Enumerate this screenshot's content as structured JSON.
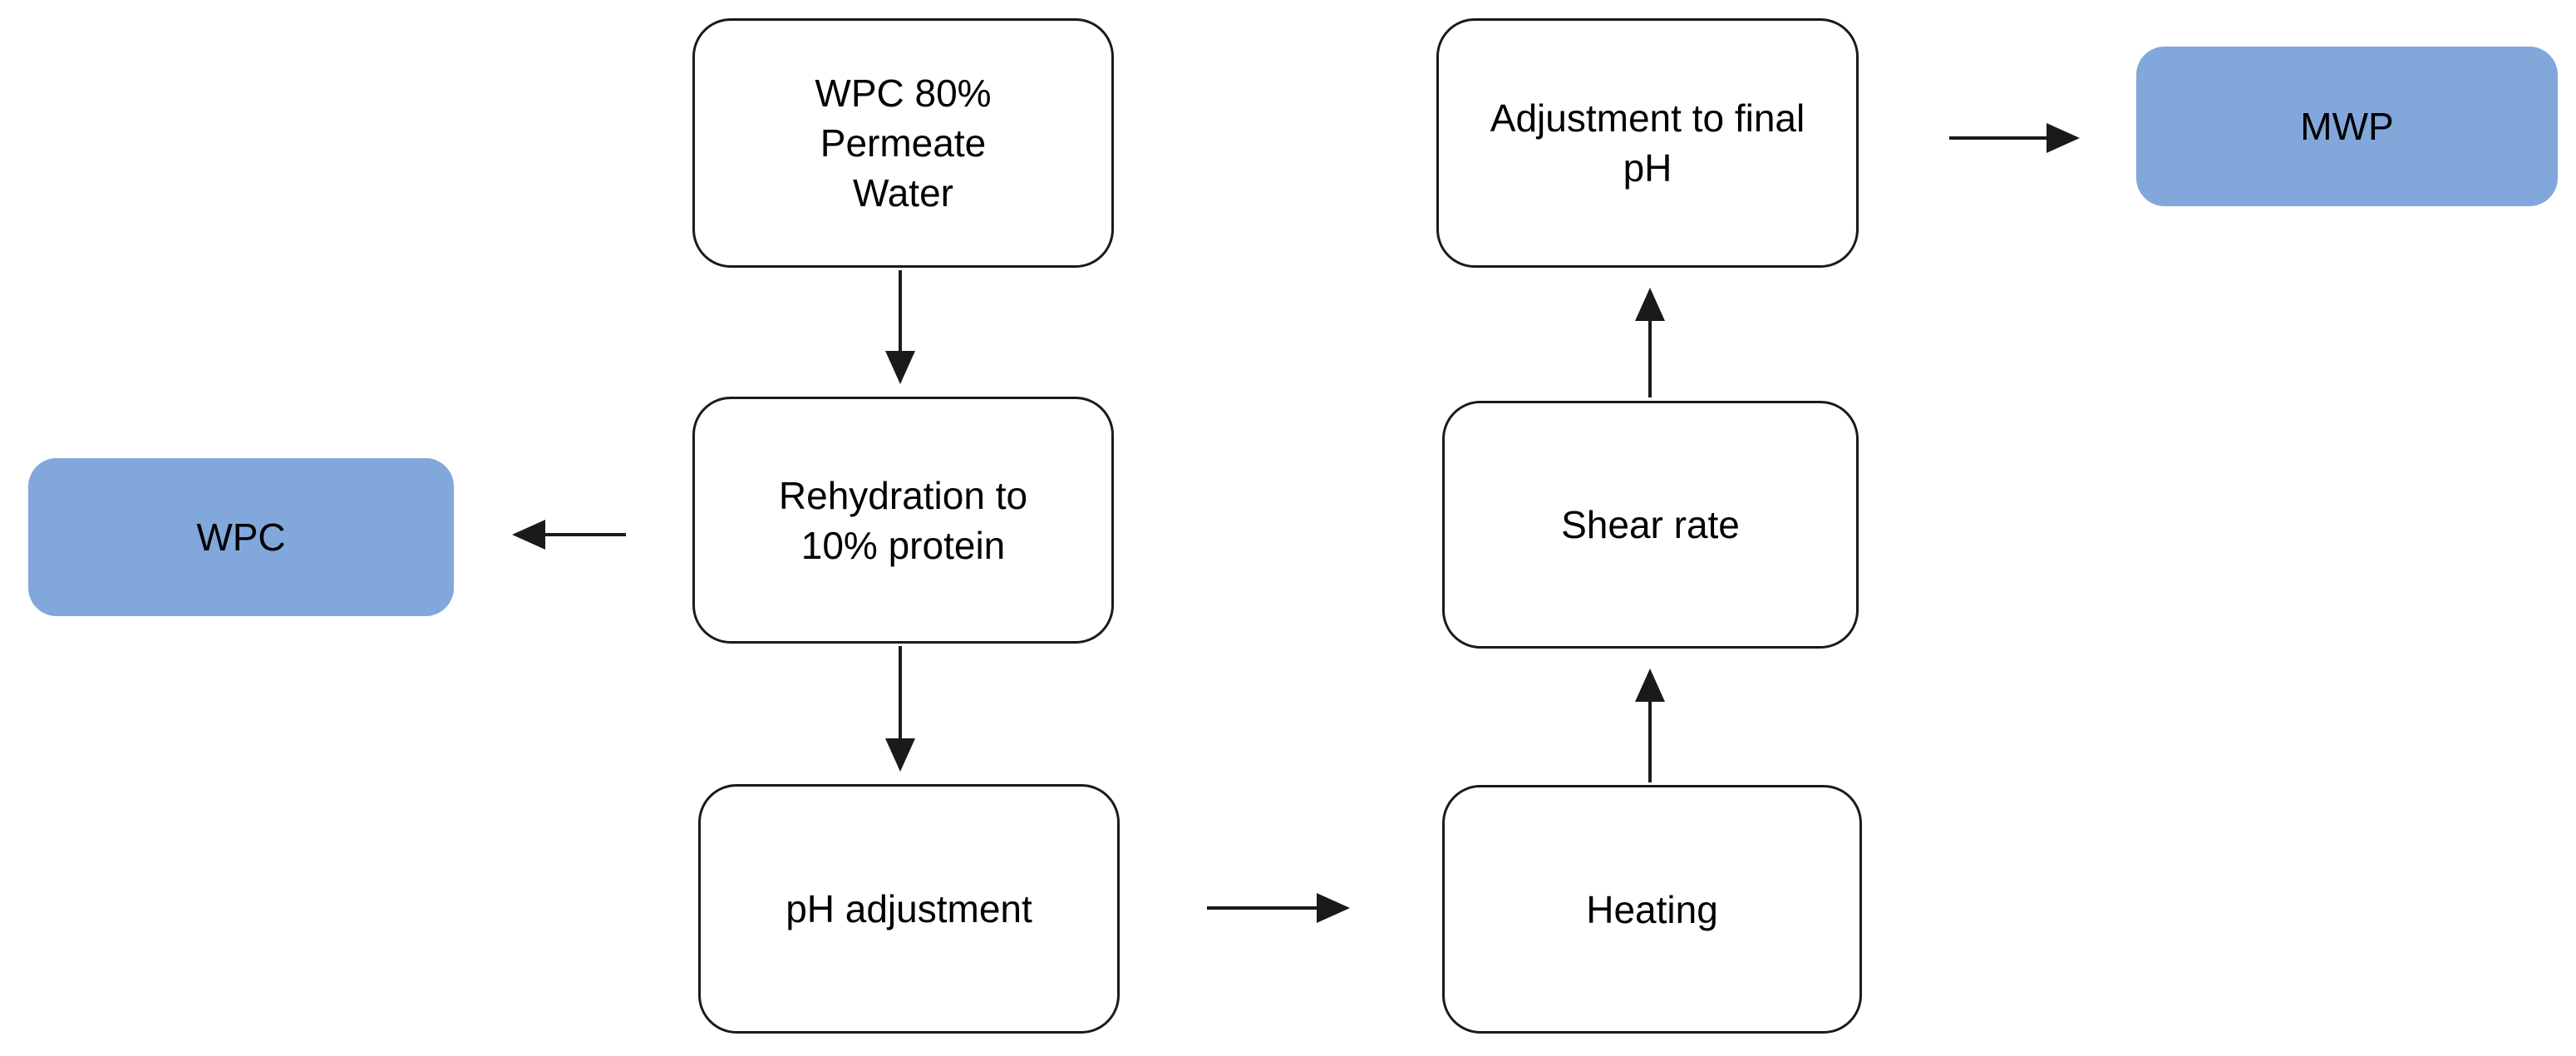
{
  "colors": {
    "process_fill": "#ffffff",
    "output_fill": "#82a7db",
    "stroke": "#1a1a1a",
    "text": "#000000"
  },
  "nodes": {
    "wpc80": {
      "label": "WPC 80%\nPermeate\nWater",
      "type": "process"
    },
    "rehydration": {
      "label": "Rehydration to\n10% protein",
      "type": "process"
    },
    "ph_adjustment": {
      "label": "pH adjustment",
      "type": "process"
    },
    "heating": {
      "label": "Heating",
      "type": "process"
    },
    "shear_rate": {
      "label": "Shear rate",
      "type": "process"
    },
    "final_ph": {
      "label": "Adjustment to final\npH",
      "type": "process"
    },
    "wpc": {
      "label": "WPC",
      "type": "output"
    },
    "mwp": {
      "label": "MWP",
      "type": "output"
    }
  },
  "edges": [
    {
      "from": "wpc80",
      "to": "rehydration",
      "direction": "down"
    },
    {
      "from": "rehydration",
      "to": "wpc",
      "direction": "left"
    },
    {
      "from": "rehydration",
      "to": "ph_adjustment",
      "direction": "down"
    },
    {
      "from": "ph_adjustment",
      "to": "heating",
      "direction": "right"
    },
    {
      "from": "heating",
      "to": "shear_rate",
      "direction": "up"
    },
    {
      "from": "shear_rate",
      "to": "final_ph",
      "direction": "up"
    },
    {
      "from": "final_ph",
      "to": "mwp",
      "direction": "right"
    }
  ]
}
